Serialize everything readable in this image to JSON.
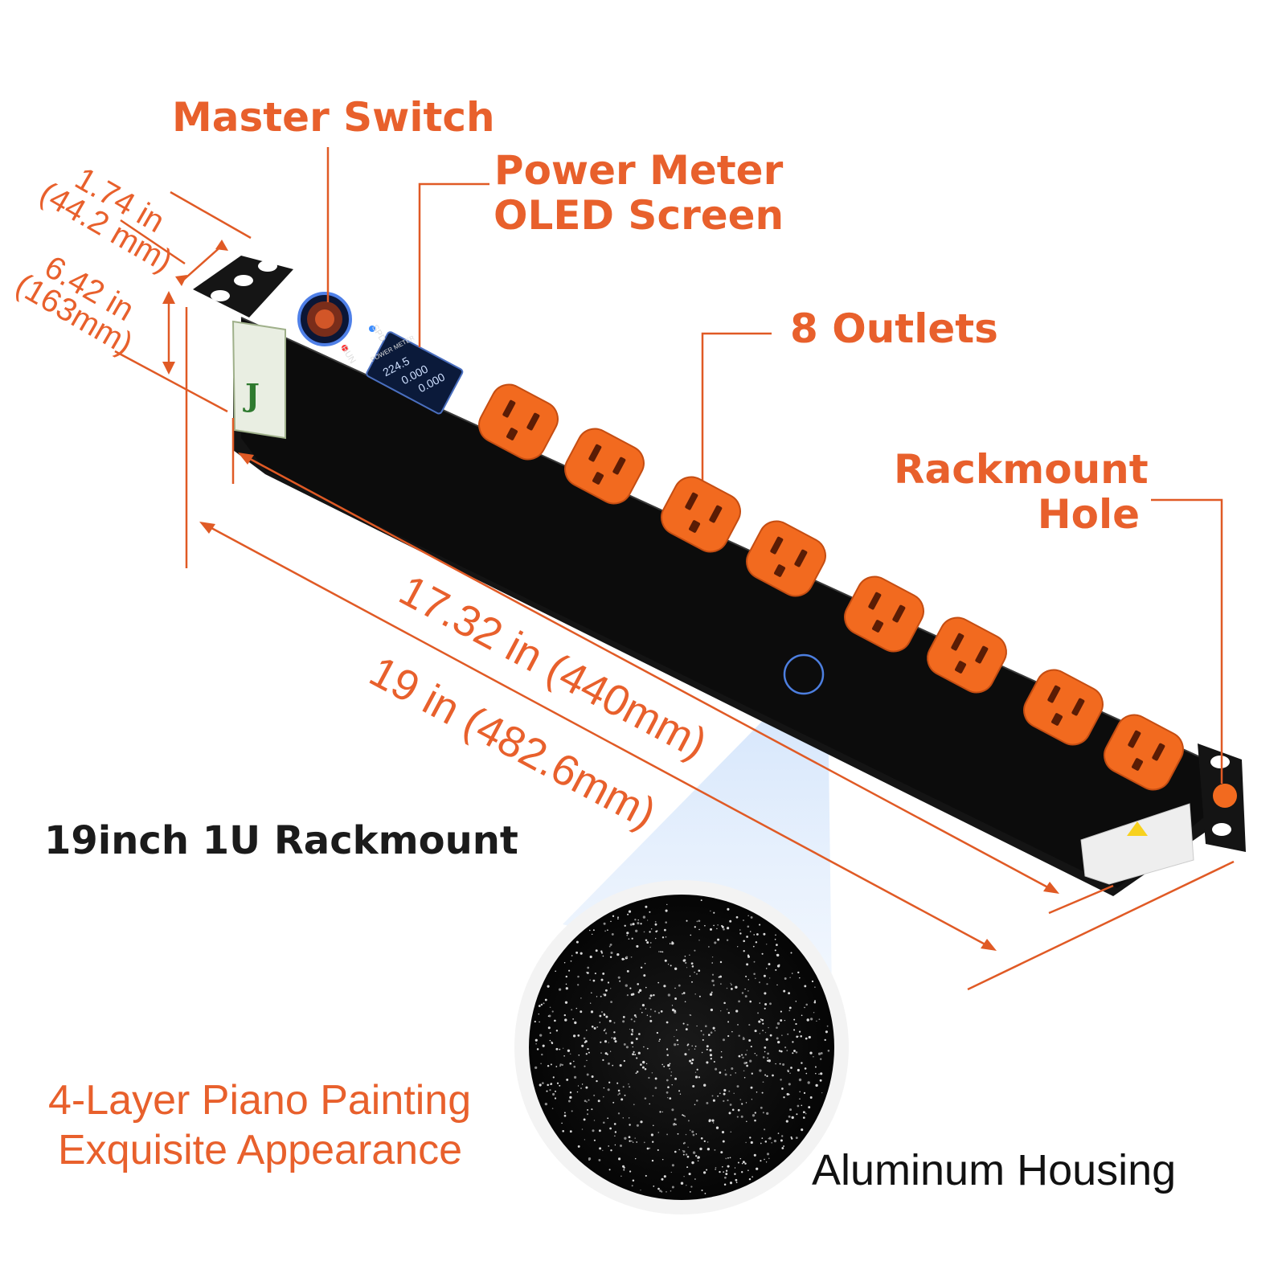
{
  "callouts": {
    "master_switch": "Master Switch",
    "power_meter_line1": "Power Meter",
    "power_meter_line2": "OLED Screen",
    "outlets": "8 Outlets",
    "rackmount_line1": "Rackmount",
    "rackmount_line2": "Hole"
  },
  "dimensions": {
    "height_in": "1.74 in",
    "height_mm": "(44.2 mm)",
    "depth_in": "6.42 in",
    "depth_mm": "(163mm)",
    "inner_length": "17.32 in (440mm)",
    "outer_length": "19 in (482.6mm)"
  },
  "headline": "19inch 1U Rackmount",
  "paint": {
    "line1": "4-Layer Piano Painting",
    "line2": "Exquisite Appearance"
  },
  "housing": "Aluminum Housing",
  "panel": {
    "run_label": "RUN",
    "spd_label": "SPD",
    "meter_label": "POWER METER",
    "reading_1": "224.5",
    "reading_2": "0.000",
    "reading_3": "0.000"
  },
  "outlet_count": 8,
  "colors": {
    "accent": "#e8602c",
    "outlet": "#f26a1f",
    "body": "#0c0c0c",
    "text_dark": "#1b1b1b"
  }
}
